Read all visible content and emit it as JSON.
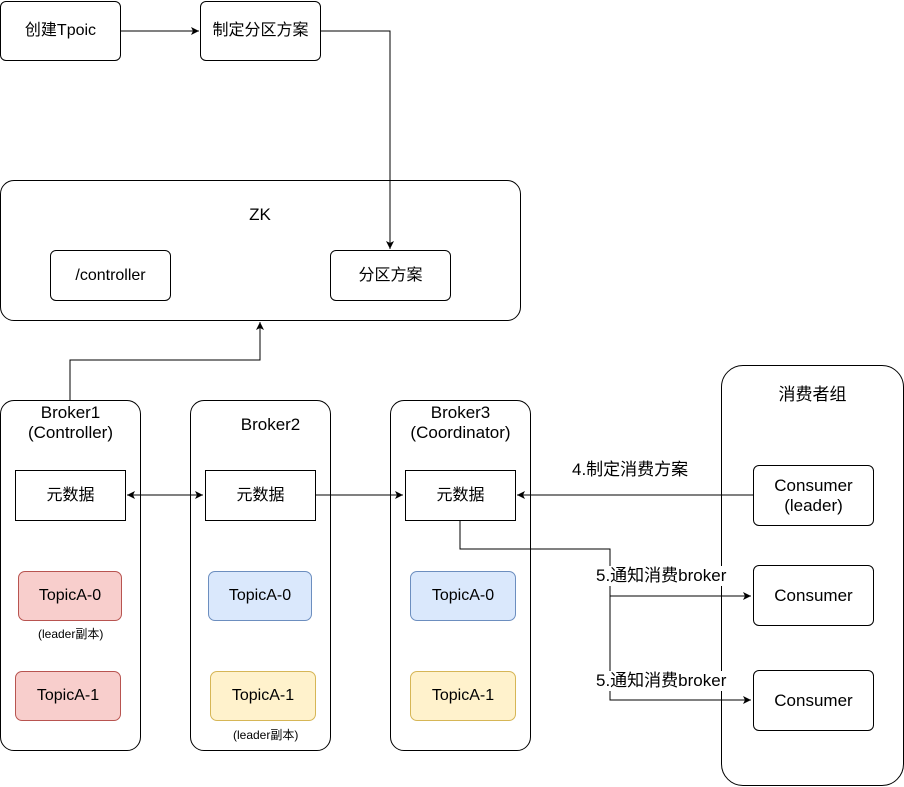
{
  "top": {
    "create_topic": "创建Tpoic",
    "make_partition_plan": "制定分区方案"
  },
  "zk": {
    "title": "ZK",
    "controller_node": "/controller",
    "partition_plan_node": "分区方案"
  },
  "brokers": [
    {
      "title_line1": "Broker1",
      "title_line2": "(Controller)",
      "metadata": "元数据",
      "partition_a": "TopicA-0",
      "partition_b": "TopicA-1",
      "leader_note": "(leader副本)"
    },
    {
      "title_line1": "Broker2",
      "title_line2": "",
      "metadata": "元数据",
      "partition_a": "TopicA-0",
      "partition_b": "TopicA-1",
      "leader_note": "(leader副本)"
    },
    {
      "title_line1": "Broker3",
      "title_line2": "(Coordinator)",
      "metadata": "元数据",
      "partition_a": "TopicA-0",
      "partition_b": "TopicA-1"
    }
  ],
  "consumer_group": {
    "title": "消费者组",
    "leader_line1": "Consumer",
    "leader_line2": "(leader)",
    "consumer_2": "Consumer",
    "consumer_3": "Consumer"
  },
  "edge_labels": {
    "make_consume_plan": "4.制定消费方案",
    "notify_1": "5.通知消费broker",
    "notify_2": "5.通知消费broker"
  },
  "colors": {
    "leader_replica_fill": "#f8cecc",
    "leader_replica_stroke": "#b85450",
    "follower_fill": "#dae8fc",
    "follower_stroke": "#6c8ebf",
    "yellow_fill": "#fff2cc",
    "yellow_stroke": "#d6b656"
  }
}
